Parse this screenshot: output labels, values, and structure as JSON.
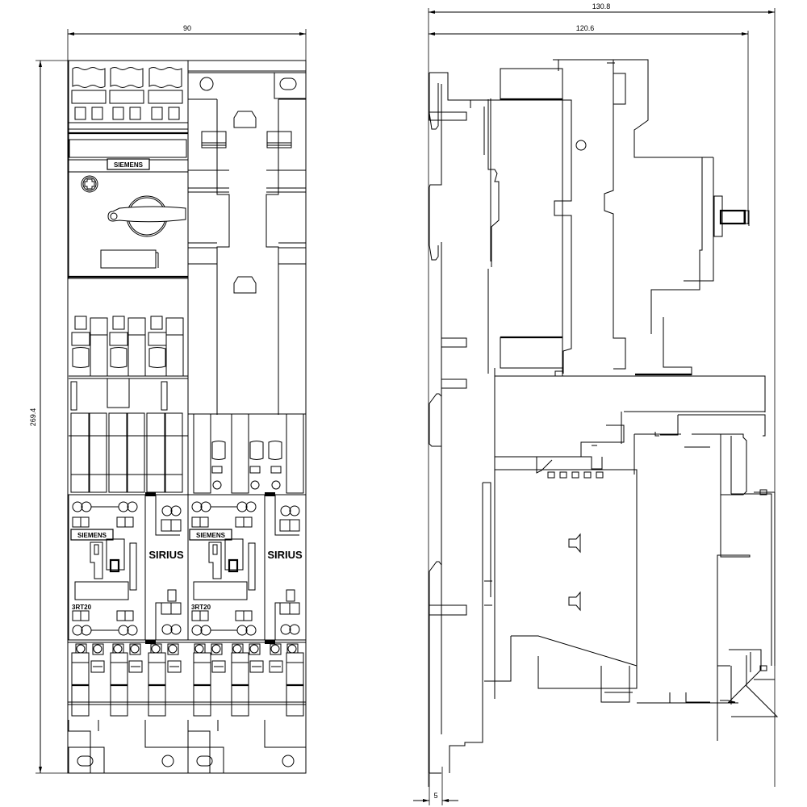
{
  "drawing": {
    "type": "technical-dimension-drawing",
    "views": [
      "front-view",
      "side-view"
    ],
    "line_color": "#000000",
    "background": "#ffffff"
  },
  "dimensions": {
    "front_width": "90",
    "front_height": "269.4",
    "side_overall_depth": "130.8",
    "side_depth": "120.6",
    "rail_offset": "5"
  },
  "labels": {
    "brand_top": "SIEMENS",
    "brand_left": "SIEMENS",
    "brand_right": "SIEMENS",
    "series_left": "SIRIUS",
    "series_right": "SIRIUS",
    "model_left": "3RT20",
    "model_right": "3RT20"
  }
}
